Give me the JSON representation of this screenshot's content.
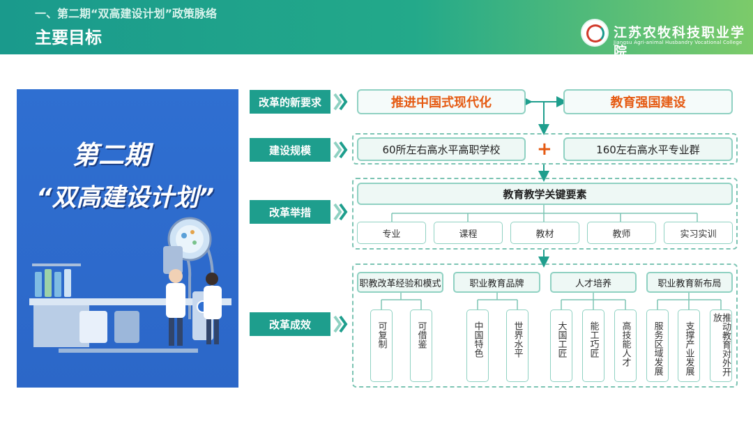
{
  "header": {
    "subtitle": "一、第二期“双高建设计划”政策脉络",
    "title": "主要目标"
  },
  "logo": {
    "name_cn": "江苏农牧科技职业学院",
    "name_en": "Jiangsu Agri-animal Husbandry Vocational College"
  },
  "poster": {
    "line1": "第二期",
    "line2": "“双高建设计划”"
  },
  "rows": {
    "requirements": {
      "label": "改革的新要求",
      "left": "推进中国式现代化",
      "right": "教育强国建设"
    },
    "scale": {
      "label": "建设规模",
      "left": "60所左右高水平高职学校",
      "plus": "+",
      "right": "160左右高水平专业群"
    },
    "measures": {
      "label": "改革举措",
      "top": "教育教学关键要素",
      "items": [
        "专业",
        "课程",
        "教材",
        "教师",
        "实习实训"
      ]
    },
    "results": {
      "label": "改革成效",
      "groups": [
        {
          "title": "职教改革经验和模式",
          "items": [
            "可复制",
            "可借鉴"
          ]
        },
        {
          "title": "职业教育品牌",
          "items": [
            "中国特色",
            "世界水平"
          ]
        },
        {
          "title": "人才培养",
          "items": [
            "大国工匠",
            "能工巧匠",
            "高技能人才"
          ]
        },
        {
          "title": "职业教育新布局",
          "items": [
            "服务区域发展",
            "支撑产业发展",
            "推动教育对外开放"
          ]
        }
      ]
    }
  },
  "colors": {
    "teal": "#1e9e8d",
    "accent": "#e55a12",
    "poster": "#2f6fd1"
  }
}
